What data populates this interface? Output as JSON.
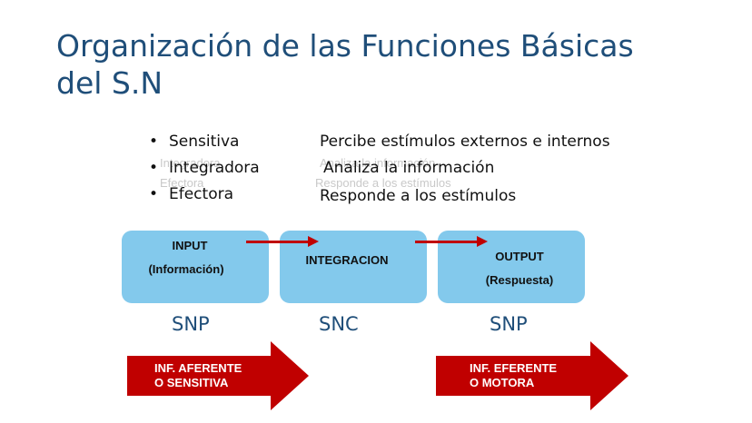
{
  "title": {
    "line1": "Organización de las Funciones Básicas",
    "line2": "del S.N"
  },
  "functions": [
    {
      "name": "Sensitiva",
      "description": "Percibe estímulos externos e internos"
    },
    {
      "name": "Integradora",
      "description": "Analiza la información"
    },
    {
      "name": "Efectora",
      "description": "Responde a los estímulos"
    }
  ],
  "ghost_text": {
    "col1": [
      "Integradora",
      "Efectora"
    ],
    "col2": [
      "Analiza la información",
      "Responde a los estímulos"
    ]
  },
  "boxes": [
    {
      "line1": "INPUT",
      "line2": "(Información)"
    },
    {
      "line1": "INTEGRACION"
    },
    {
      "line1": "OUTPUT",
      "line2": "(Respuesta)"
    }
  ],
  "systems": [
    "SNP",
    "SNC",
    "SNP"
  ],
  "big_arrows": [
    {
      "line1": "INF. AFERENTE",
      "line2": "O SENSITIVA"
    },
    {
      "line1": "INF. EFERENTE",
      "line2": "O MOTORA"
    }
  ],
  "colors": {
    "title": "#1f4e79",
    "box_fill": "#83c9ec",
    "arrow_red": "#c00000"
  }
}
